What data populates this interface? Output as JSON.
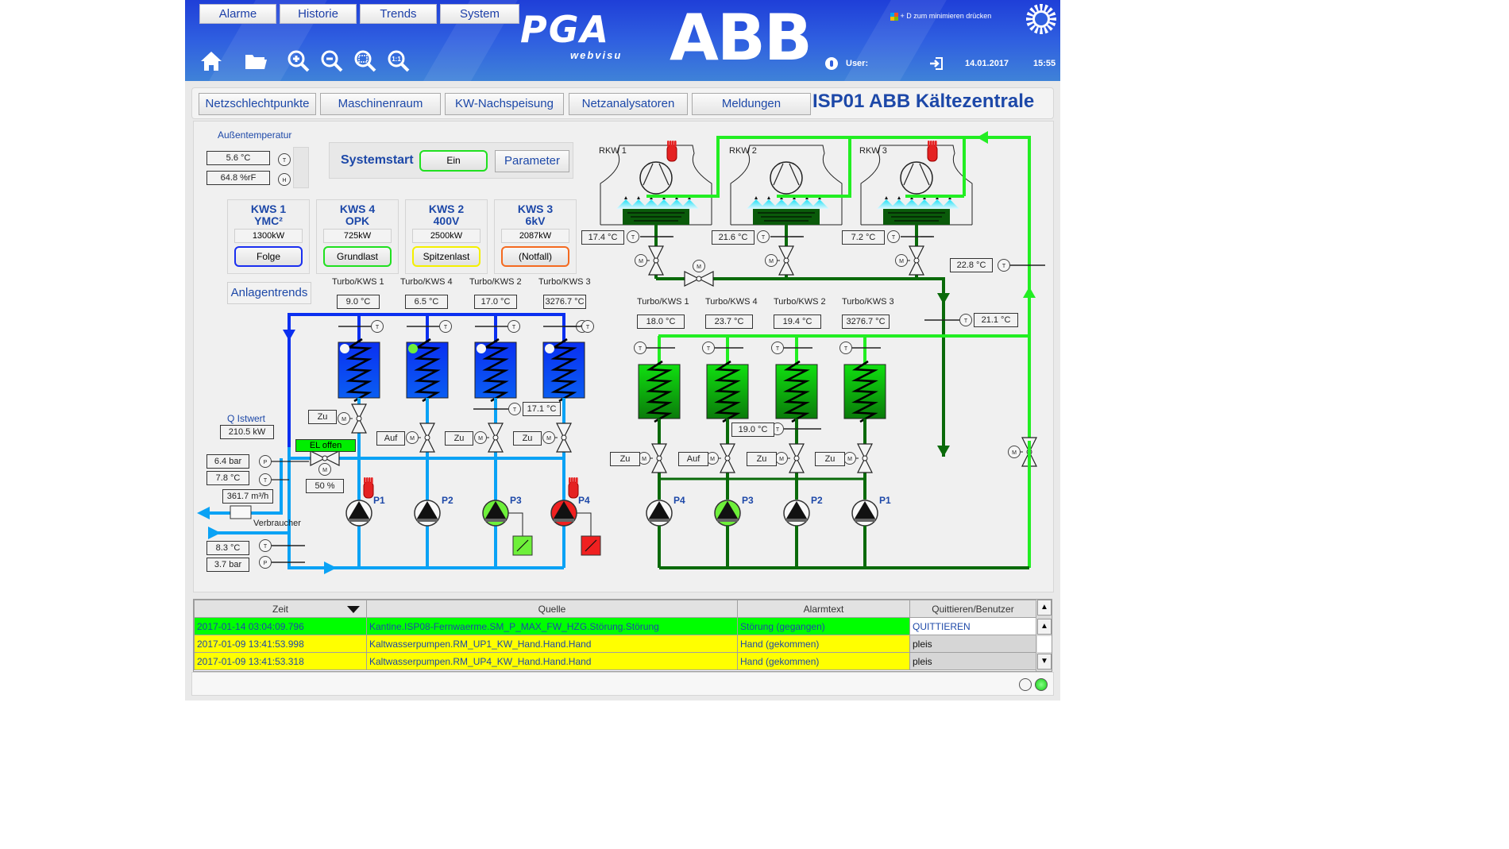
{
  "header": {
    "menu": [
      "Alarme",
      "Historie",
      "Trends",
      "System"
    ],
    "logo_pga": "PGA",
    "logo_webvisu": "webvisu",
    "logo_abb": "ABB",
    "min_hint": "+ D zum minimieren drücken",
    "user_label": "User:",
    "date": "14.01.2017",
    "time": "15:55",
    "toolbar_icons": [
      "home-icon",
      "folder-icon",
      "zoom-in-icon",
      "zoom-out-icon",
      "zoom-fit-icon",
      "zoom-1-1-icon"
    ]
  },
  "nav": {
    "tabs": [
      "Netzschlechtpunkte",
      "Maschinenraum",
      "KW-Nachspeisung",
      "Netzanalysatoren",
      "Meldungen"
    ],
    "page_title": "ISP01 ABB Kältezentrale"
  },
  "outdoor": {
    "label": "Außentemperatur",
    "temperature": "5.6 °C",
    "humidity": "64.8 %rF",
    "t_sensor": "T",
    "h_sensor": "H"
  },
  "system": {
    "label": "Systemstart",
    "start_button": "Ein",
    "param_button": "Parameter"
  },
  "chillers": [
    {
      "name1": "KWS 1",
      "name2": "YMC²",
      "power": "1300kW",
      "mode": "Folge",
      "mode_color": "#1a2ff0"
    },
    {
      "name1": "KWS 4",
      "name2": "OPK",
      "power": "725kW",
      "mode": "Grundlast",
      "mode_color": "#20e020"
    },
    {
      "name1": "KWS 2",
      "name2": "400V",
      "power": "2500kW",
      "mode": "Spitzenlast",
      "mode_color": "#f4f000"
    },
    {
      "name1": "KWS 3",
      "name2": "6kV",
      "power": "2087kW",
      "mode": "(Notfall)",
      "mode_color": "#f46a20"
    }
  ],
  "trends_button": "Anlagentrends",
  "evaporators": {
    "labels": [
      "Turbo/KWS 1",
      "Turbo/KWS 4",
      "Turbo/KWS 2",
      "Turbo/KWS 3"
    ],
    "temps": [
      "9.0 °C",
      "6.5 °C",
      "17.0 °C",
      "3276.7 °C"
    ],
    "indicators": [
      "off",
      "on",
      "off",
      "off"
    ],
    "valve_states": [
      "Zu",
      "Auf",
      "Zu",
      "Zu"
    ],
    "return_temp": "17.1 °C"
  },
  "condensers": {
    "labels": [
      "Turbo/KWS 1",
      "Turbo/KWS 4",
      "Turbo/KWS 2",
      "Turbo/KWS 3"
    ],
    "temps": [
      "18.0 °C",
      "23.7 °C",
      "19.4 °C",
      "3276.7 °C"
    ],
    "valve_states": [
      "Zu",
      "Auf",
      "Zu",
      "Zu"
    ],
    "return_temp": "19.0 °C"
  },
  "cooling_towers": [
    {
      "name": "RKW 1",
      "temp": "17.4 °C",
      "hand": true
    },
    {
      "name": "RKW 2",
      "temp": "21.6 °C",
      "hand": false
    },
    {
      "name": "RKW 3",
      "temp": "7.2 °C",
      "hand": true
    }
  ],
  "tower_right_temp": "22.8 °C",
  "tower_mix_temp": "21.1 °C",
  "consumer": {
    "q_label": "Q Istwert",
    "q_value": "210.5 kW",
    "supply_pressure": "6.4 bar",
    "supply_temp": "7.8 °C",
    "flow": "361.7 m³/h",
    "consumer_label": "Verbraucher",
    "return_temp": "8.3 °C",
    "return_pressure": "3.7 bar",
    "bypass_status": "EL offen",
    "bypass_position": "50 %"
  },
  "cold_pumps": [
    {
      "name": "P1",
      "state": "off",
      "hand": true,
      "fu": null
    },
    {
      "name": "P2",
      "state": "off",
      "hand": false,
      "fu": null
    },
    {
      "name": "P3",
      "state": "on",
      "hand": false,
      "fu": "ok"
    },
    {
      "name": "P4",
      "state": "fault",
      "hand": true,
      "fu": "fault"
    }
  ],
  "cond_pumps": [
    {
      "name": "P4",
      "state": "off"
    },
    {
      "name": "P3",
      "state": "on"
    },
    {
      "name": "P2",
      "state": "off"
    },
    {
      "name": "P1",
      "state": "off"
    }
  ],
  "alarms": {
    "columns": [
      "Zeit",
      "Quelle",
      "Alarmtext",
      "Quittieren/Benutzer"
    ],
    "rows": [
      {
        "time": "2017-01-14 03:04:09.796",
        "source": "Kantine.ISP08-Fernwaerme.SM_P_MAX_FW_HZG.Störung.Störung",
        "text": "Störung (gegangen)",
        "user": "QUITTIEREN",
        "bg": "#00ff00"
      },
      {
        "time": "2017-01-09 13:41:53.998",
        "source": "Kaltwasserpumpen.RM_UP1_KW_Hand.Hand.Hand",
        "text": "Hand (gekommen)",
        "user": "pleis",
        "bg": "#ffff00"
      },
      {
        "time": "2017-01-09 13:41:53.318",
        "source": "Kaltwasserpumpen.RM_UP4_KW_Hand.Hand.Hand",
        "text": "Hand (gekommen)",
        "user": "pleis",
        "bg": "#ffff00"
      }
    ]
  },
  "colors": {
    "cold_main": "#0a2ff0",
    "cold_light": "#0aa2f5",
    "cond_light": "#22ee22",
    "cond_dark": "#0a6a0a",
    "accent_text": "#1d48a8"
  }
}
